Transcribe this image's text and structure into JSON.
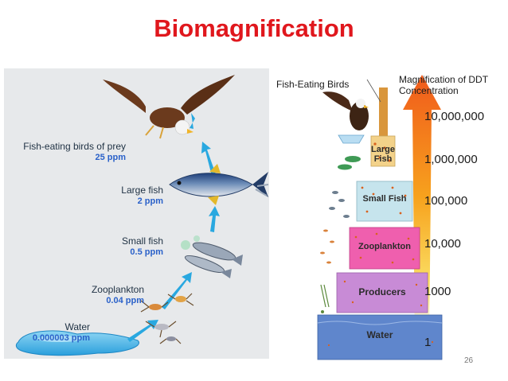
{
  "slide": {
    "title": "Biomagnification",
    "page_number": "26",
    "title_color": "#e0171d"
  },
  "left_diagram": {
    "levels": [
      {
        "name": "Fish-eating birds of prey",
        "value": "25 ppm",
        "icon": "eagle-icon"
      },
      {
        "name": "Large fish",
        "value": "2 ppm",
        "icon": "tuna-icon"
      },
      {
        "name": "Small fish",
        "value": "0.5 ppm",
        "icon": "small-fish-icon"
      },
      {
        "name": "Zooplankton",
        "value": "0.04 ppm",
        "icon": "zooplankton-icon"
      },
      {
        "name": "Water",
        "value": "0.000003 ppm",
        "icon": "water-puddle-icon"
      }
    ],
    "arrow_color": "#29a8e0",
    "value_color": "#2a61c9"
  },
  "right_diagram": {
    "bird_label": "Fish-Eating Birds",
    "magnification_label": "Magnification of DDT Concentration",
    "tiers": [
      "Large Fish",
      "Small Fish",
      "Zooplankton",
      "Producers",
      "Water"
    ],
    "magnification": [
      "10,000,000",
      "1,000,000",
      "100,000",
      "10,000",
      "1000",
      "1"
    ],
    "tier_colors": [
      "#f3d28a",
      "#c6e4ed",
      "#ef5fae",
      "#c88bd6",
      "#5f86cc"
    ]
  }
}
